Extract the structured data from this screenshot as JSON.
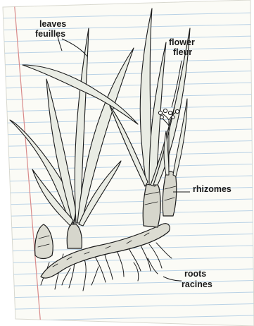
{
  "labels": {
    "leaves": "leaves",
    "leaves_fr": "feuilles",
    "flower": "flower",
    "flower_fr": "fleur",
    "rhizomes": "rhizomes",
    "roots": "roots",
    "roots_fr": "racines"
  },
  "colors": {
    "paper": "#fbfbf6",
    "rule_line": "#b9d2e6",
    "margin_line": "#d98a8a",
    "ink": "#1a1a1a",
    "leaf_fill": "#e9ece4"
  }
}
